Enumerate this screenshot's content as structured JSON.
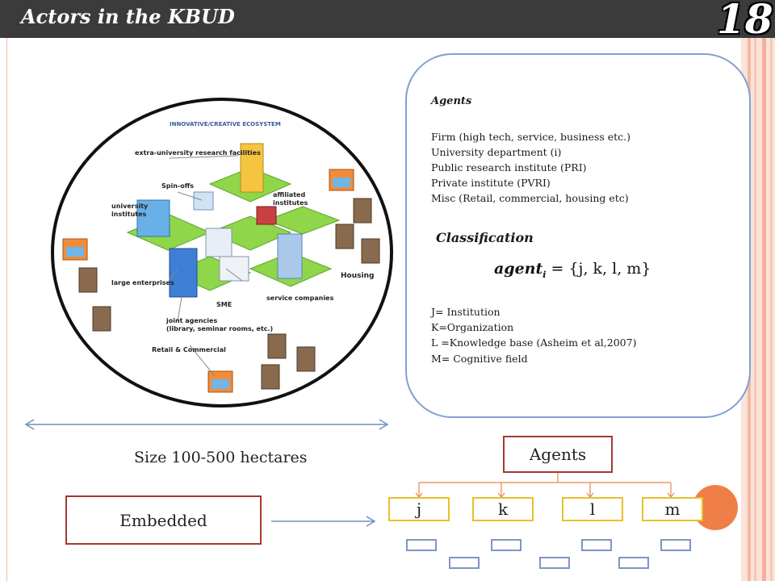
{
  "slide": {
    "title": "Actors in the KBUD",
    "number": "18"
  },
  "ecosystem": {
    "heading": "INNOVATIVE/CREATIVE ECOSYSTEM",
    "labels": {
      "research_facilities": "extra-university research facilities",
      "spinoffs": "Spin-offs",
      "university_line1": "university",
      "university_line2": "institutes",
      "affiliated_line1": "affiliated",
      "affiliated_line2": "institutes",
      "housing": "Housing",
      "large_enterprises": "large enterprises",
      "sme": "SME",
      "service_companies": "service companies",
      "joint_line1": "joint agencies",
      "joint_line2": "(library, seminar rooms, etc.)",
      "retail": "Retail & Commercial"
    }
  },
  "size_label": "Size 100-500 hectares",
  "info_box": {
    "agents_heading": "Agents",
    "agents_list": [
      "Firm (high tech, service, business etc.)",
      "University department (i)",
      "Public research  institute (PRI)",
      "Private institute (PVRI)",
      "Misc (Retail, commercial, housing etc)"
    ],
    "classification_heading": "Classification",
    "formula": {
      "base": "agent",
      "subscript": "i",
      "rhs": " = {j, k, l, m}"
    },
    "definitions": [
      "J= Institution",
      "K=Organization",
      "L =Knowledge base  (Asheim et al,2007)",
      "M= Cognitive field"
    ]
  },
  "hierarchy": {
    "root": "Agents",
    "leaves": [
      "j",
      "k",
      "l",
      "m"
    ]
  },
  "embedded_label": "Embedded",
  "colors": {
    "header_bg": "#3b3b3b",
    "box_border": "#7fa0cf",
    "hierarchy_box_border": "#a33a30",
    "leaf_border": "#e8c02a",
    "connector": "#e8874a",
    "accent_circle": "#f07f47"
  }
}
